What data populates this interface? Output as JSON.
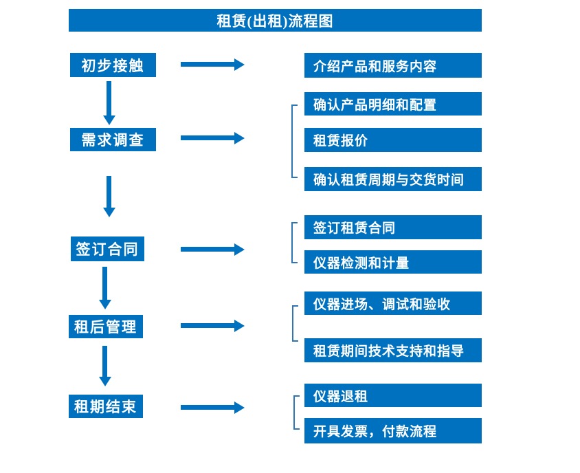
{
  "title": "租赁(出租)流程图",
  "colors": {
    "primary": "#0071BE",
    "bracket_line": "#2E75B6",
    "box_text": "#FFFFFF",
    "background": "#FFFFFF"
  },
  "stages": [
    {
      "label": "初步接触",
      "outputs": [
        "介绍产品和服务内容"
      ]
    },
    {
      "label": "需求调查",
      "outputs": [
        "确认产品明细和配置",
        "租赁报价",
        "确认租赁周期与交货时间"
      ]
    },
    {
      "label": "签订合同",
      "outputs": [
        "签订租赁合同",
        "仪器检测和计量"
      ]
    },
    {
      "label": "租后管理",
      "outputs": [
        "仪器进场、调试和验收",
        "租赁期间技术支持和指导"
      ]
    },
    {
      "label": "租期结束",
      "outputs": [
        "仪器退租",
        "开具发票，付款流程"
      ]
    }
  ]
}
